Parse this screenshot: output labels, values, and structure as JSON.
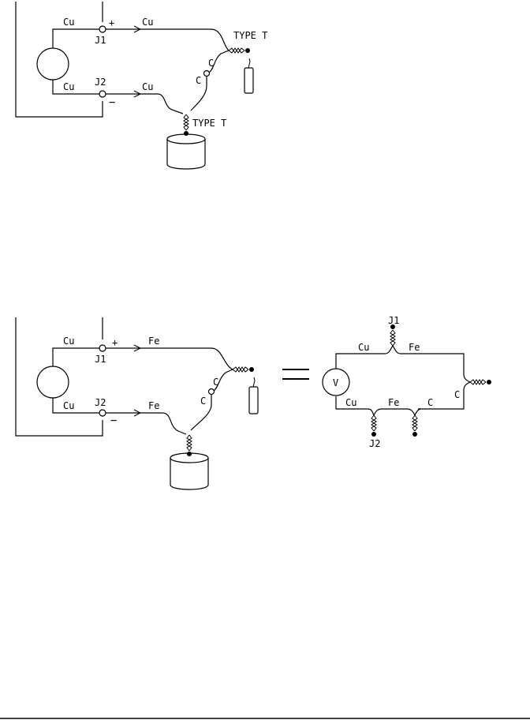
{
  "diagram1": {
    "top_left_wire": "Cu",
    "bottom_left_wire": "Cu",
    "j1": "J1",
    "j2": "J2",
    "plus": "+",
    "minus": "−",
    "top_right_wire": "Cu",
    "bottom_right_wire": "Cu",
    "type_top": "TYPE T",
    "type_bottom": "TYPE T",
    "c_upper": "C",
    "c_lower": "C"
  },
  "diagram2": {
    "top_left_wire": "Cu",
    "bottom_left_wire": "Cu",
    "j1": "J1",
    "j2": "J2",
    "plus": "+",
    "minus": "−",
    "top_right_wire": "Fe",
    "bottom_right_wire": "Fe",
    "c_upper": "C",
    "c_lower": "C"
  },
  "equivalent": {
    "voltmeter": "V",
    "j1": "J1",
    "j2": "J2",
    "top_cu": "Cu",
    "top_fe": "Fe",
    "bottom_cu": "Cu",
    "bottom_fe": "Fe",
    "bottom_c": "C",
    "right_c": "C"
  }
}
